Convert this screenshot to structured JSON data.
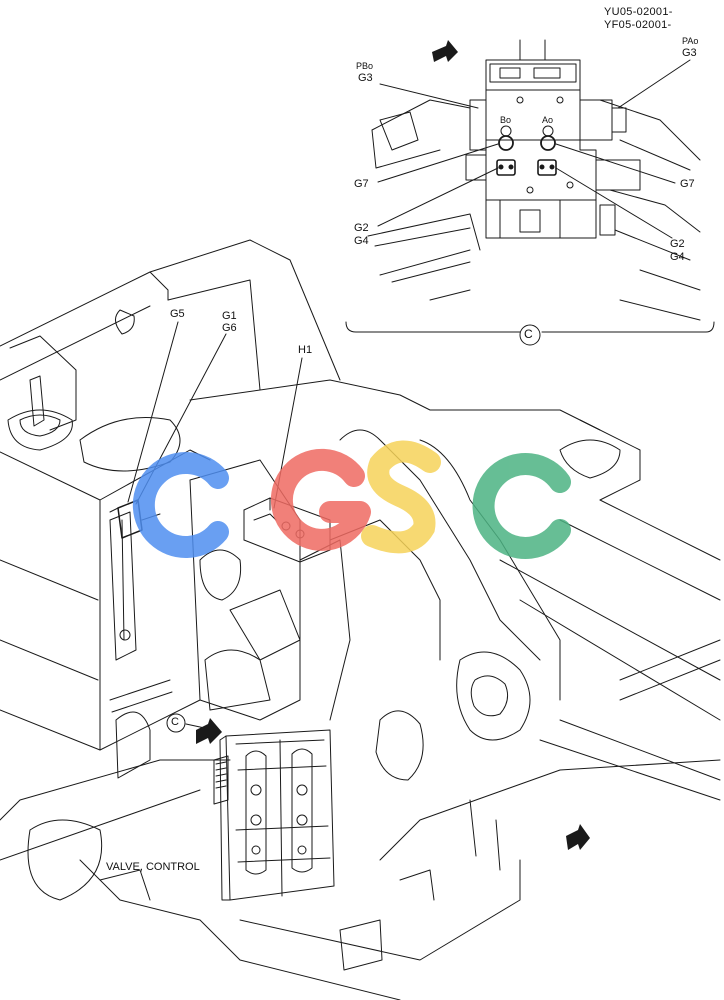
{
  "header": {
    "serial_1": "YU05-02001-",
    "serial_2": "YF05-02001-"
  },
  "detail": {
    "marker": "C",
    "port_pbo": "PBo",
    "port_pao": "PAo",
    "port_bo": "Bo",
    "port_ao": "Ao",
    "callouts": {
      "g3_left": "G3",
      "g3_right": "G3",
      "g7_left": "G7",
      "g7_right": "G7",
      "g2_left": "G2",
      "g4_left": "G4",
      "g2_right": "G2",
      "g4_right": "G4"
    }
  },
  "main": {
    "callouts": {
      "g5": "G5",
      "g1": "G1",
      "g6": "G6",
      "h1": "H1"
    },
    "view_marker": "C",
    "part_label": "VALVE, CONTROL"
  },
  "watermark": {
    "text": "CGSC",
    "colors": [
      "#4f8ef0",
      "#ef6a62",
      "#f6d35a",
      "#4cb383"
    ]
  }
}
